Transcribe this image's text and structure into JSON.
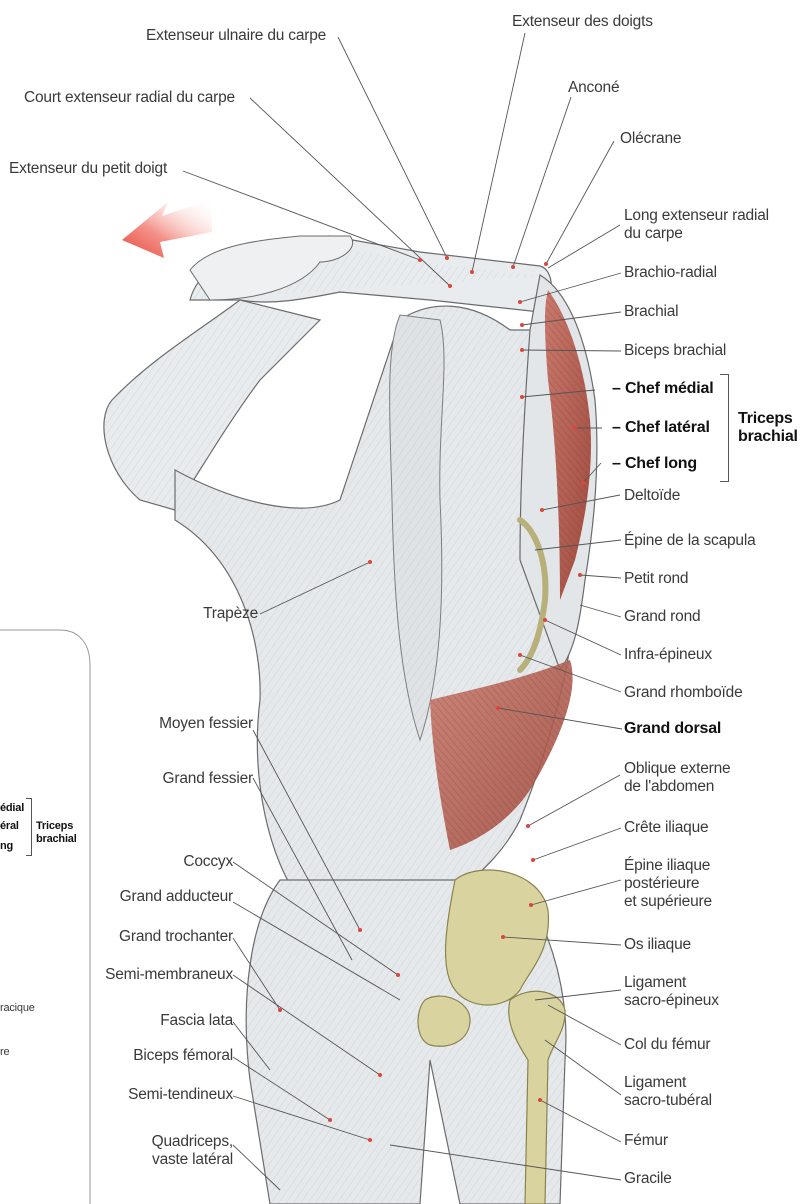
{
  "labels_top": {
    "ext_ulnaire": "Extenseur ulnaire du carpe",
    "ext_doigts": "Extenseur des doigts",
    "court_ext": "Court extenseur radial du carpe",
    "ancone": "Anconé",
    "ext_petit_doigt": "Extenseur du petit doigt",
    "olecrane": "Olécrane"
  },
  "labels_right": {
    "long_ext_1": "Long extenseur radial",
    "long_ext_2": "du carpe",
    "brachio_radial": "Brachio-radial",
    "brachial": "Brachial",
    "biceps_brachial": "Biceps brachial",
    "chef_medial": "Chef médial",
    "chef_lateral": "Chef latéral",
    "chef_long": "Chef long",
    "triceps_1": "Triceps",
    "triceps_2": "brachial",
    "deltoide": "Deltoïde",
    "epine_scapula": "Épine de la scapula",
    "petit_rond": "Petit rond",
    "grand_rond": "Grand rond",
    "infra_epineux": "Infra-épineux",
    "grand_rhomboide": "Grand rhomboïde",
    "grand_dorsal": "Grand dorsal",
    "oblique_1": "Oblique externe",
    "oblique_2": "de l'abdomen",
    "crete_iliaque": "Crête iliaque",
    "epine_iliaque_1": "Épine iliaque",
    "epine_iliaque_2": "postérieure",
    "epine_iliaque_3": "et supérieure",
    "os_iliaque": "Os iliaque",
    "lig_sacro_ep_1": "Ligament",
    "lig_sacro_ep_2": "sacro-épineux",
    "col_femur": "Col du fémur",
    "lig_sacro_tub_1": "Ligament",
    "lig_sacro_tub_2": "sacro-tubéral",
    "femur": "Fémur",
    "gracile": "Gracile"
  },
  "labels_left": {
    "trapeze": "Trapèze",
    "moyen_fessier": "Moyen fessier",
    "grand_fessier": "Grand fessier",
    "coccyx": "Coccyx",
    "grand_adducteur": "Grand adducteur",
    "grand_trochanter": "Grand trochanter",
    "semi_membraneux": "Semi-membraneux",
    "fascia_lata": "Fascia lata",
    "biceps_femoral": "Biceps fémoral",
    "semi_tendineux": "Semi-tendineux",
    "quadriceps_1": "Quadriceps,",
    "quadriceps_2": "vaste latéral"
  },
  "inset_fragments": {
    "medial": "édial",
    "lateral": "éral",
    "long": "ng",
    "triceps_1": "Triceps",
    "triceps_2": "brachial",
    "racique": "racique",
    "re": "re"
  },
  "colors": {
    "active_muscle": "#b55a4e",
    "bone": "#d9d3a0",
    "skin_outline": "#6b6b6b",
    "arrow": "#e8483c"
  }
}
